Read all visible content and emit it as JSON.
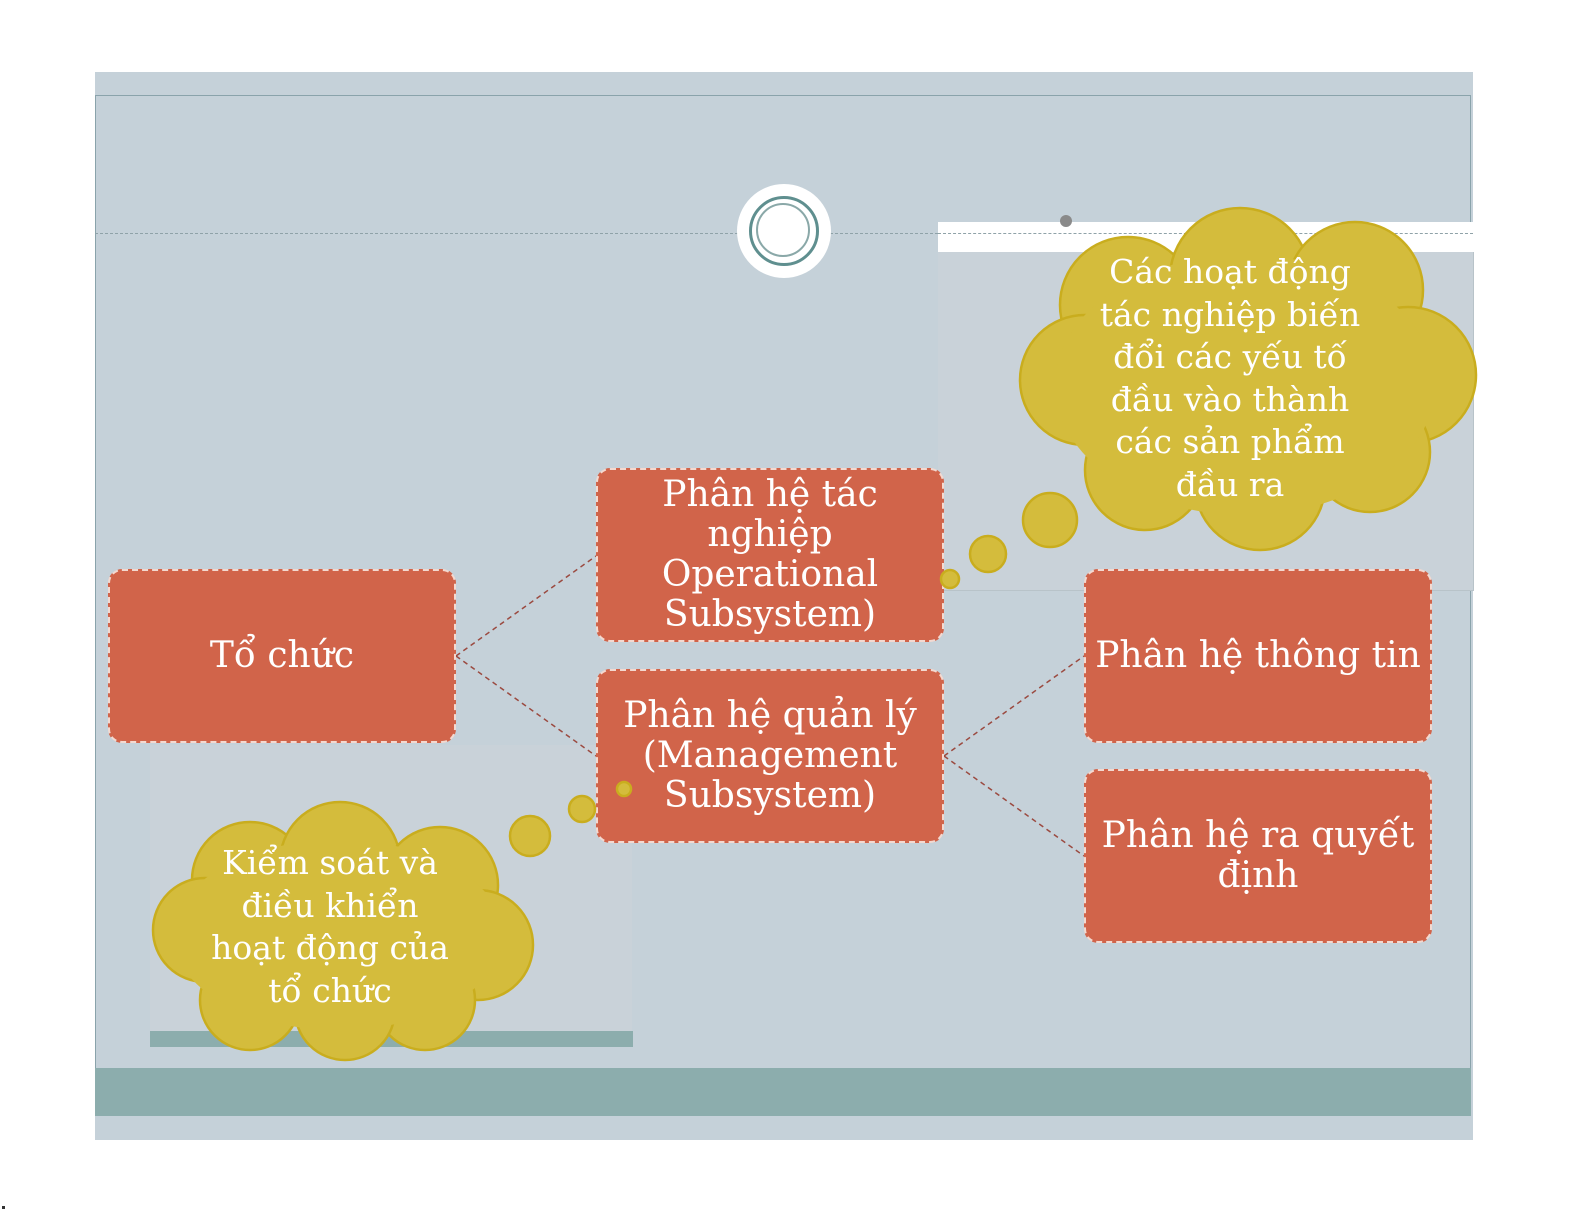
{
  "nodes": {
    "org": "Tổ chức",
    "ops": "Phân hệ tác nghiệp\nOperational\nSubsystem)",
    "mgmt": "Phân hệ quản lý\n(Management\nSubsystem)",
    "info": "Phân hệ thông tin",
    "decision": "Phân hệ ra quyết\nđịnh"
  },
  "callouts": {
    "ops": "Các hoạt động\ntác nghiệp biến\nđổi các yếu tố\nđầu vào thành\ncác sản phẩm\nđầu ra",
    "mgmt": "Kiểm soát và\nđiều khiển\nhoạt động của\ntổ chức"
  },
  "colors": {
    "slide_bg": "#c5d1d9",
    "node_fill": "#d1644a",
    "cloud_fill": "#d4bc3c",
    "band": "#8cadad"
  }
}
